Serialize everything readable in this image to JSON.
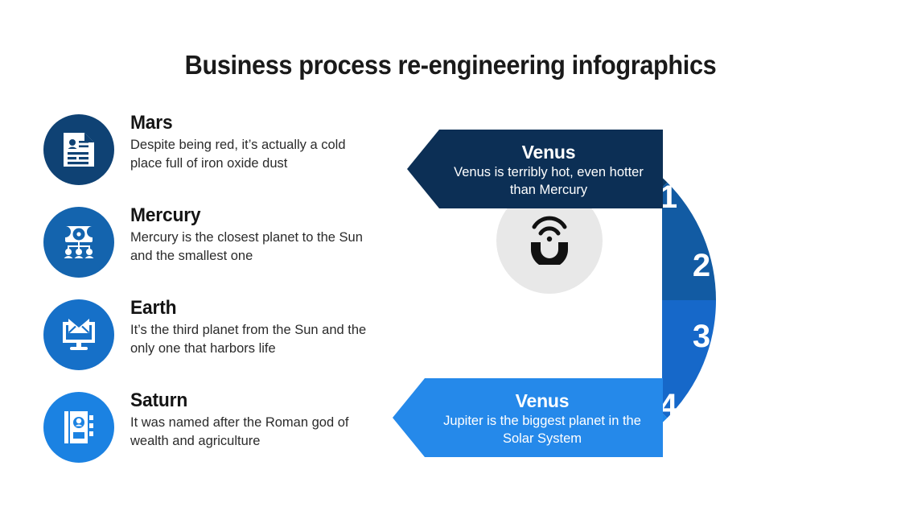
{
  "slide": {
    "title": "Business process re-engineering infographics",
    "background": "#ffffff"
  },
  "left_list": {
    "items": [
      {
        "title": "Mars",
        "description": "Despite being red, it’s actually a cold place full of iron oxide dust",
        "icon": "resume-document-icon",
        "circle_color": "#0f4274"
      },
      {
        "title": "Mercury",
        "description": "Mercury is the closest planet to the Sun and the smallest one",
        "icon": "org-chart-icon",
        "circle_color": "#1464ae"
      },
      {
        "title": "Earth",
        "description": "It’s the third planet from the Sun and the only one that harbors life",
        "icon": "email-monitor-icon",
        "circle_color": "#1670c8"
      },
      {
        "title": "Saturn",
        "description": "It was named after the Roman god of wealth and agriculture",
        "icon": "address-book-icon",
        "circle_color": "#1b82e2"
      }
    ]
  },
  "diagram": {
    "center_icon": "magnet-wifi-icon",
    "center_circle_color": "#e8e8e8",
    "segments": [
      {
        "number": "1",
        "color": "#0d3b66"
      },
      {
        "number": "2",
        "color": "#125ba3"
      },
      {
        "number": "3",
        "color": "#1668c9"
      },
      {
        "number": "4",
        "color": "#1d86e8"
      }
    ],
    "banners": [
      {
        "id": "top",
        "title": "Venus",
        "description": "Venus is terribly hot, even hotter than Mercury",
        "color": "#0c2f55"
      },
      {
        "id": "bottom",
        "title": "Venus",
        "description": "Jupiter is the biggest planet in the Solar System",
        "color": "#2589ea"
      }
    ]
  }
}
